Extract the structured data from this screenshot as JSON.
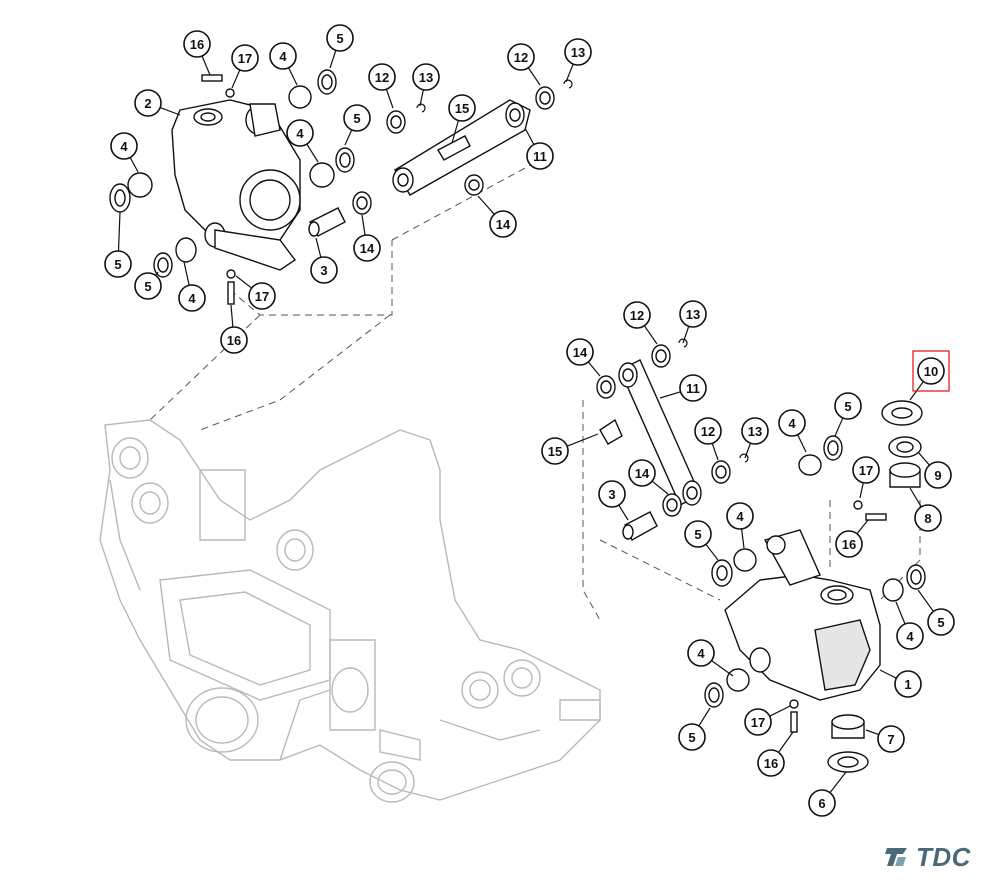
{
  "diagram": {
    "highlight_color": "#dd1111",
    "callouts_upper": [
      "16",
      "17",
      "4",
      "5",
      "2",
      "12",
      "13",
      "12",
      "13",
      "15",
      "4",
      "5",
      "11",
      "4",
      "5",
      "14",
      "14",
      "5",
      "4",
      "17",
      "3",
      "16"
    ],
    "callouts_lower": [
      "12",
      "13",
      "14",
      "11",
      "10",
      "9",
      "8",
      "15",
      "12",
      "13",
      "4",
      "5",
      "14",
      "3",
      "17",
      "16",
      "4",
      "5",
      "4",
      "5",
      "1",
      "4",
      "5",
      "17",
      "16",
      "7",
      "6"
    ],
    "highlighted_callout": "10"
  },
  "watermark": {
    "text": "TDC",
    "color": "#4a6a78"
  }
}
